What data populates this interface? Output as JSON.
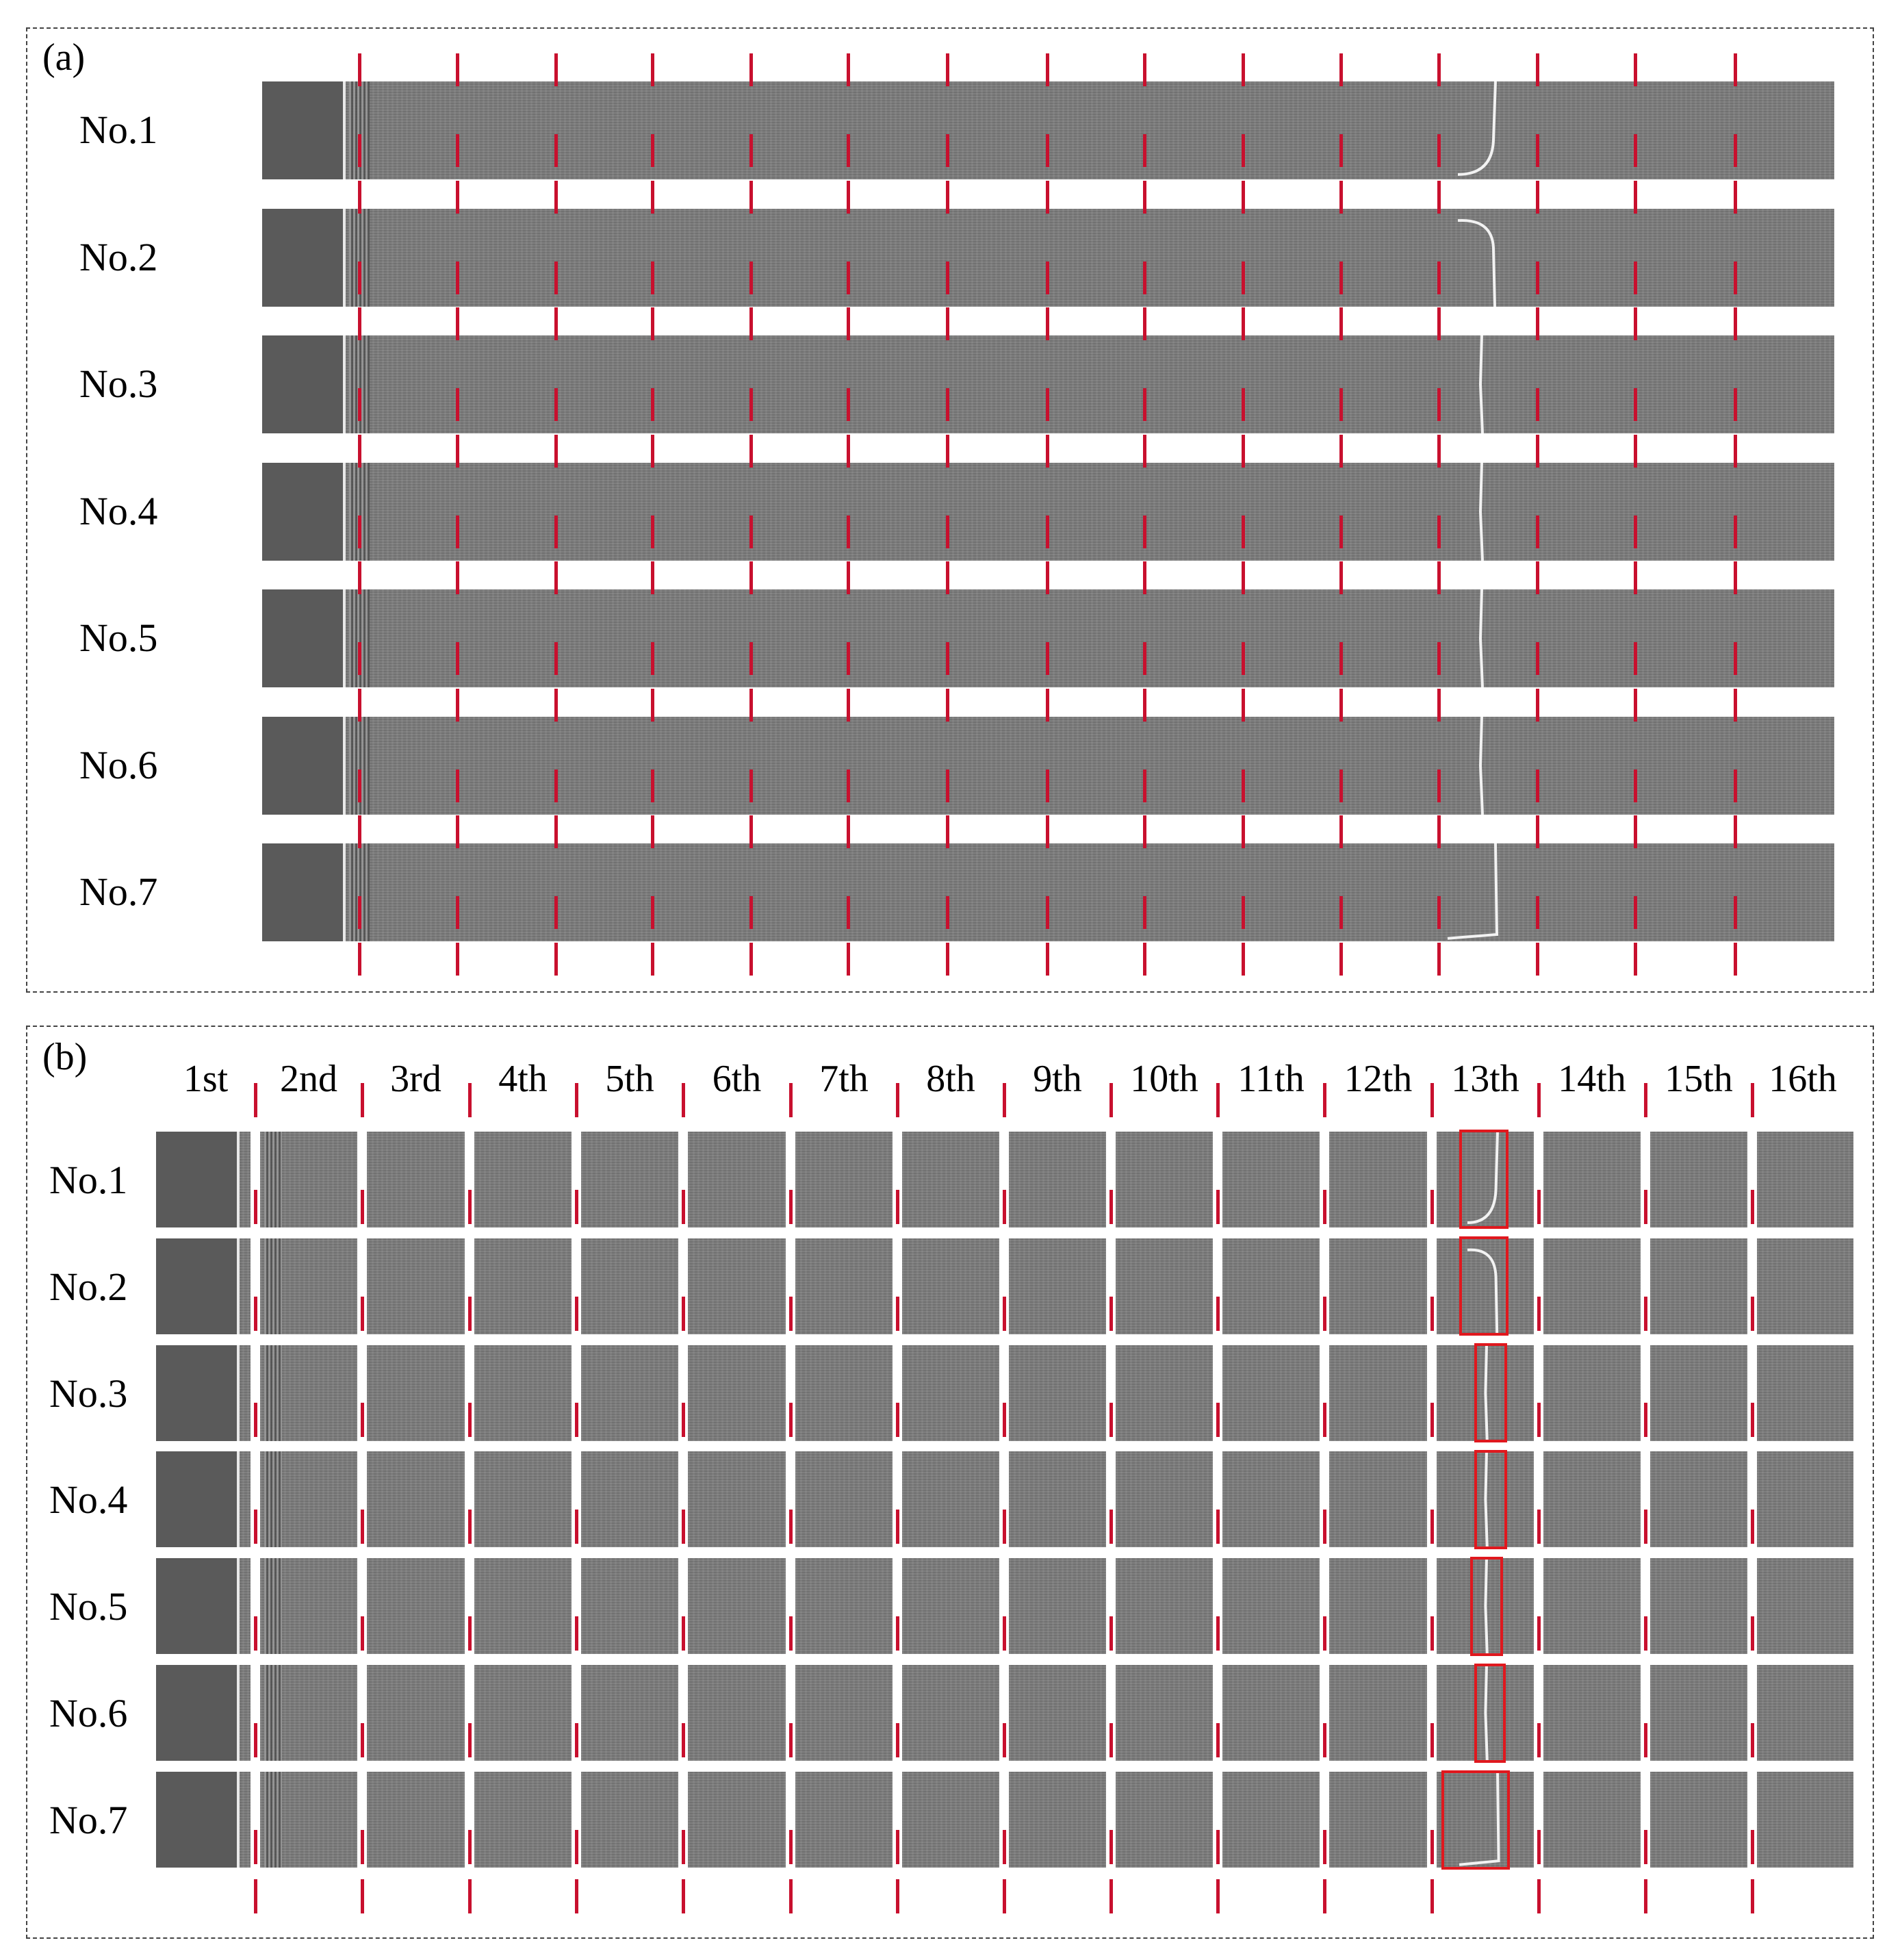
{
  "panels": {
    "a": {
      "label": "(a)"
    },
    "b": {
      "label": "(b)"
    }
  },
  "samples": [
    "No.1",
    "No.2",
    "No.3",
    "No.4",
    "No.5",
    "No.6",
    "No.7"
  ],
  "segments": [
    "1st",
    "2nd",
    "3rd",
    "4th",
    "5th",
    "6th",
    "7th",
    "8th",
    "9th",
    "10th",
    "11th",
    "12th",
    "13th",
    "14th",
    "15th",
    "16th"
  ],
  "highlighted_segment": "13th",
  "colors": {
    "cut_line": "#c8102e",
    "highlight_box": "#e0181e",
    "strip_gray": "#7b7b7b",
    "crack": "#f2f2f2"
  }
}
